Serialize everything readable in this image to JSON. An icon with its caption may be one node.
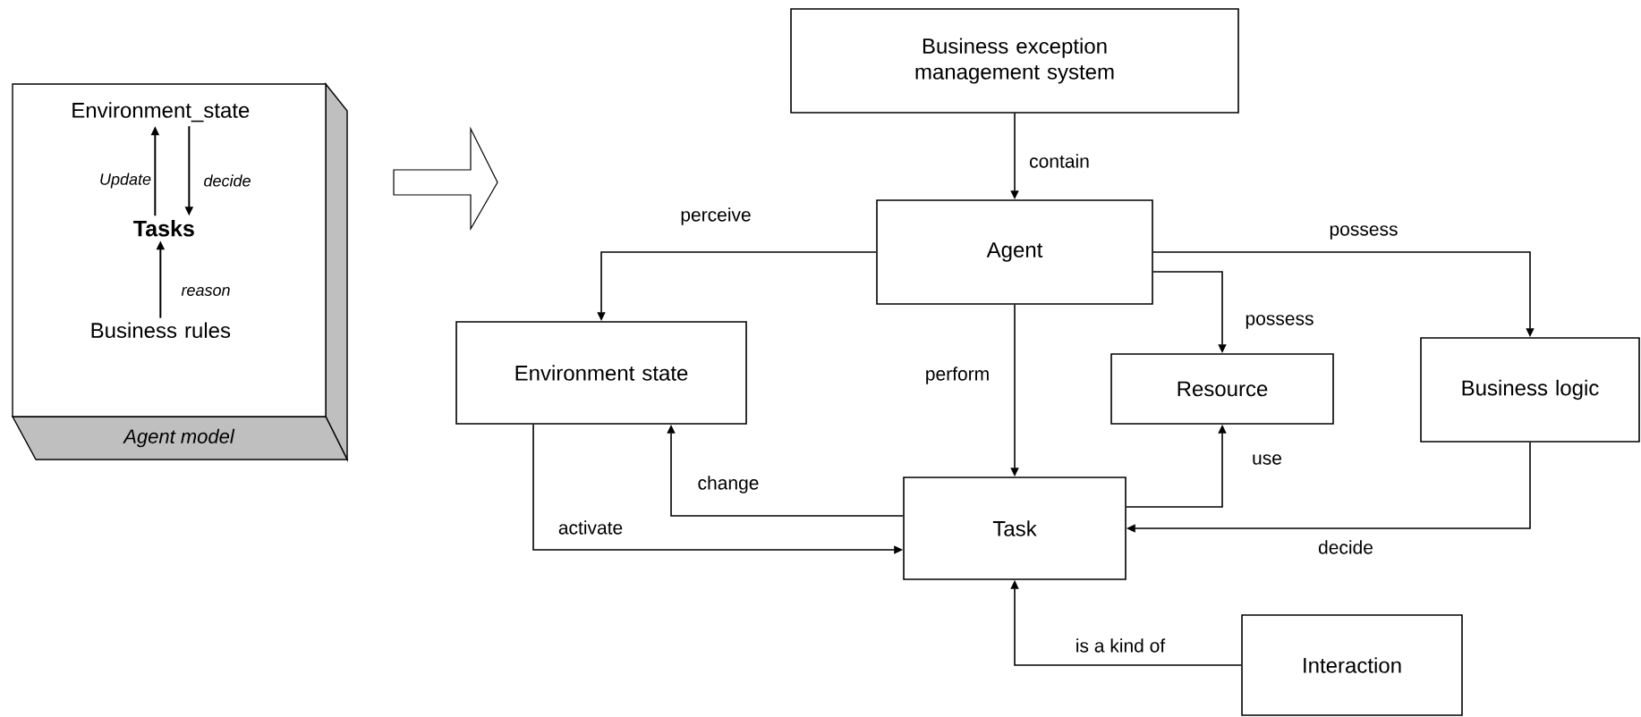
{
  "diagram": {
    "nodes": [
      {
        "text": [
          "Agent model"
        ]
      },
      {
        "text": [
          "Environment_state"
        ],
        "in": 0
      },
      {
        "text": [
          "Tasks"
        ],
        "in": 0
      },
      {
        "text": [
          "Business rules"
        ],
        "in": 0
      },
      {
        "text": [
          "Business exception management system"
        ]
      },
      {
        "text": [
          "Agent"
        ]
      },
      {
        "text": [
          "Environment state"
        ]
      },
      {
        "text": [
          "Resource"
        ]
      },
      {
        "text": [
          "Business logic"
        ]
      },
      {
        "text": [
          "Task"
        ]
      },
      {
        "text": [
          "Interaction"
        ]
      }
    ],
    "edges": [
      {
        "from": 4,
        "to": 5,
        "arrow": "to",
        "label": "contain"
      },
      {
        "from": 5,
        "to": 6,
        "arrow": "to",
        "label": "perceive"
      },
      {
        "from": 5,
        "to": 8,
        "arrow": "to",
        "label": "possess"
      },
      {
        "from": 5,
        "to": 7,
        "arrow": "to",
        "label": "possess"
      },
      {
        "from": 5,
        "to": 9,
        "arrow": "to",
        "label": "perform"
      },
      {
        "from": 9,
        "to": 7,
        "arrow": "to",
        "label": "use"
      },
      {
        "from": 9,
        "to": 6,
        "arrow": "to",
        "label": "change"
      },
      {
        "from": 6,
        "to": 9,
        "arrow": "to",
        "label": "activate"
      },
      {
        "from": 8,
        "to": 9,
        "arrow": "to",
        "label": "decide"
      },
      {
        "from": 10,
        "to": 9,
        "arrow": "to",
        "label": "is a kind of"
      },
      {
        "from": 2,
        "to": 1,
        "arrow": "to",
        "label": "Update"
      },
      {
        "from": 1,
        "to": 2,
        "arrow": "to",
        "label": "decide"
      },
      {
        "from": 3,
        "to": 2,
        "arrow": "to",
        "label": "reason"
      }
    ]
  }
}
